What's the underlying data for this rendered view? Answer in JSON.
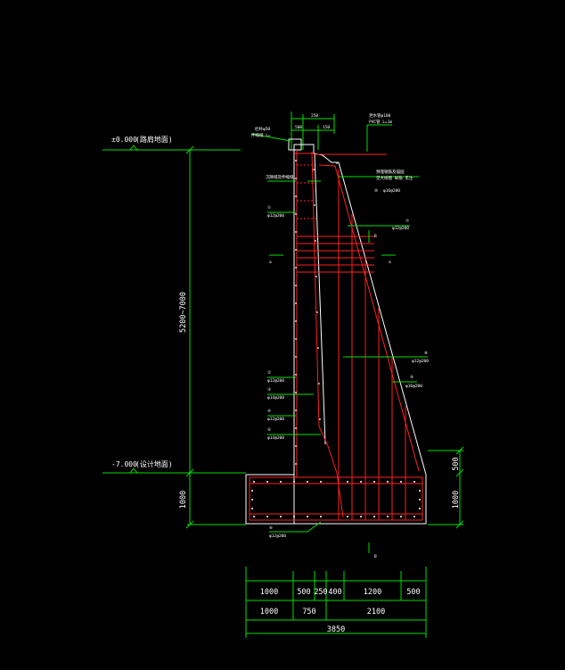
{
  "levels": {
    "top": {
      "value": "±0.000",
      "label": "(路肩地面)"
    },
    "bottom": {
      "value": "-7.000",
      "label": "(设计地面)"
    }
  },
  "dims": {
    "height_range": "5200~7000",
    "base_thickness": "1000",
    "right_upper": "500",
    "right_lower": "1000",
    "top_a": "250",
    "top_b": "500",
    "top_c": "150",
    "row1": [
      "1000",
      "500",
      "250",
      "400",
      "1200",
      "500"
    ],
    "row2": [
      "1000",
      "750",
      "2100"
    ],
    "total": "3850"
  },
  "section_marks": {
    "a": "B",
    "b": "B",
    "c": "a",
    "d": "a"
  },
  "labels": {
    "pipe_note_1": "泄水管φ100",
    "pipe_note_2": "PVC管 L=1m",
    "top_left_1": "栏杆φ50",
    "top_left_2": "伸缩缝 L=",
    "joint_note": "沉降缝及伸缩缝",
    "slope_note_1": "预埋钢筋及锚固",
    "slope_note_2": "见大样图 纵筋 见注",
    "rebar_1": "φ12@200",
    "rebar_2": "φ12@200",
    "rebar_3": "φ14@200",
    "rebar_4": "φ12@200",
    "rebar_5": "φ14@200",
    "rebar_6": "φ12@200",
    "rebar_7": "φ12@200",
    "rebar_8": "φ12@200",
    "rebar_9": "φ16@200",
    "rebar_10": "φ16@200",
    "circ_1": "①",
    "circ_2": "②",
    "circ_3": "③",
    "circ_4": "④",
    "circ_5": "⑤",
    "circ_6": "⑥",
    "circ_7": "⑦",
    "circ_8": "⑧",
    "circ_9": "⑨",
    "circ_10": "⑩"
  },
  "colors": {
    "outline": "#ffffff",
    "dimension": "#00e000",
    "rebar": "#ff2020",
    "background": "#000000"
  }
}
